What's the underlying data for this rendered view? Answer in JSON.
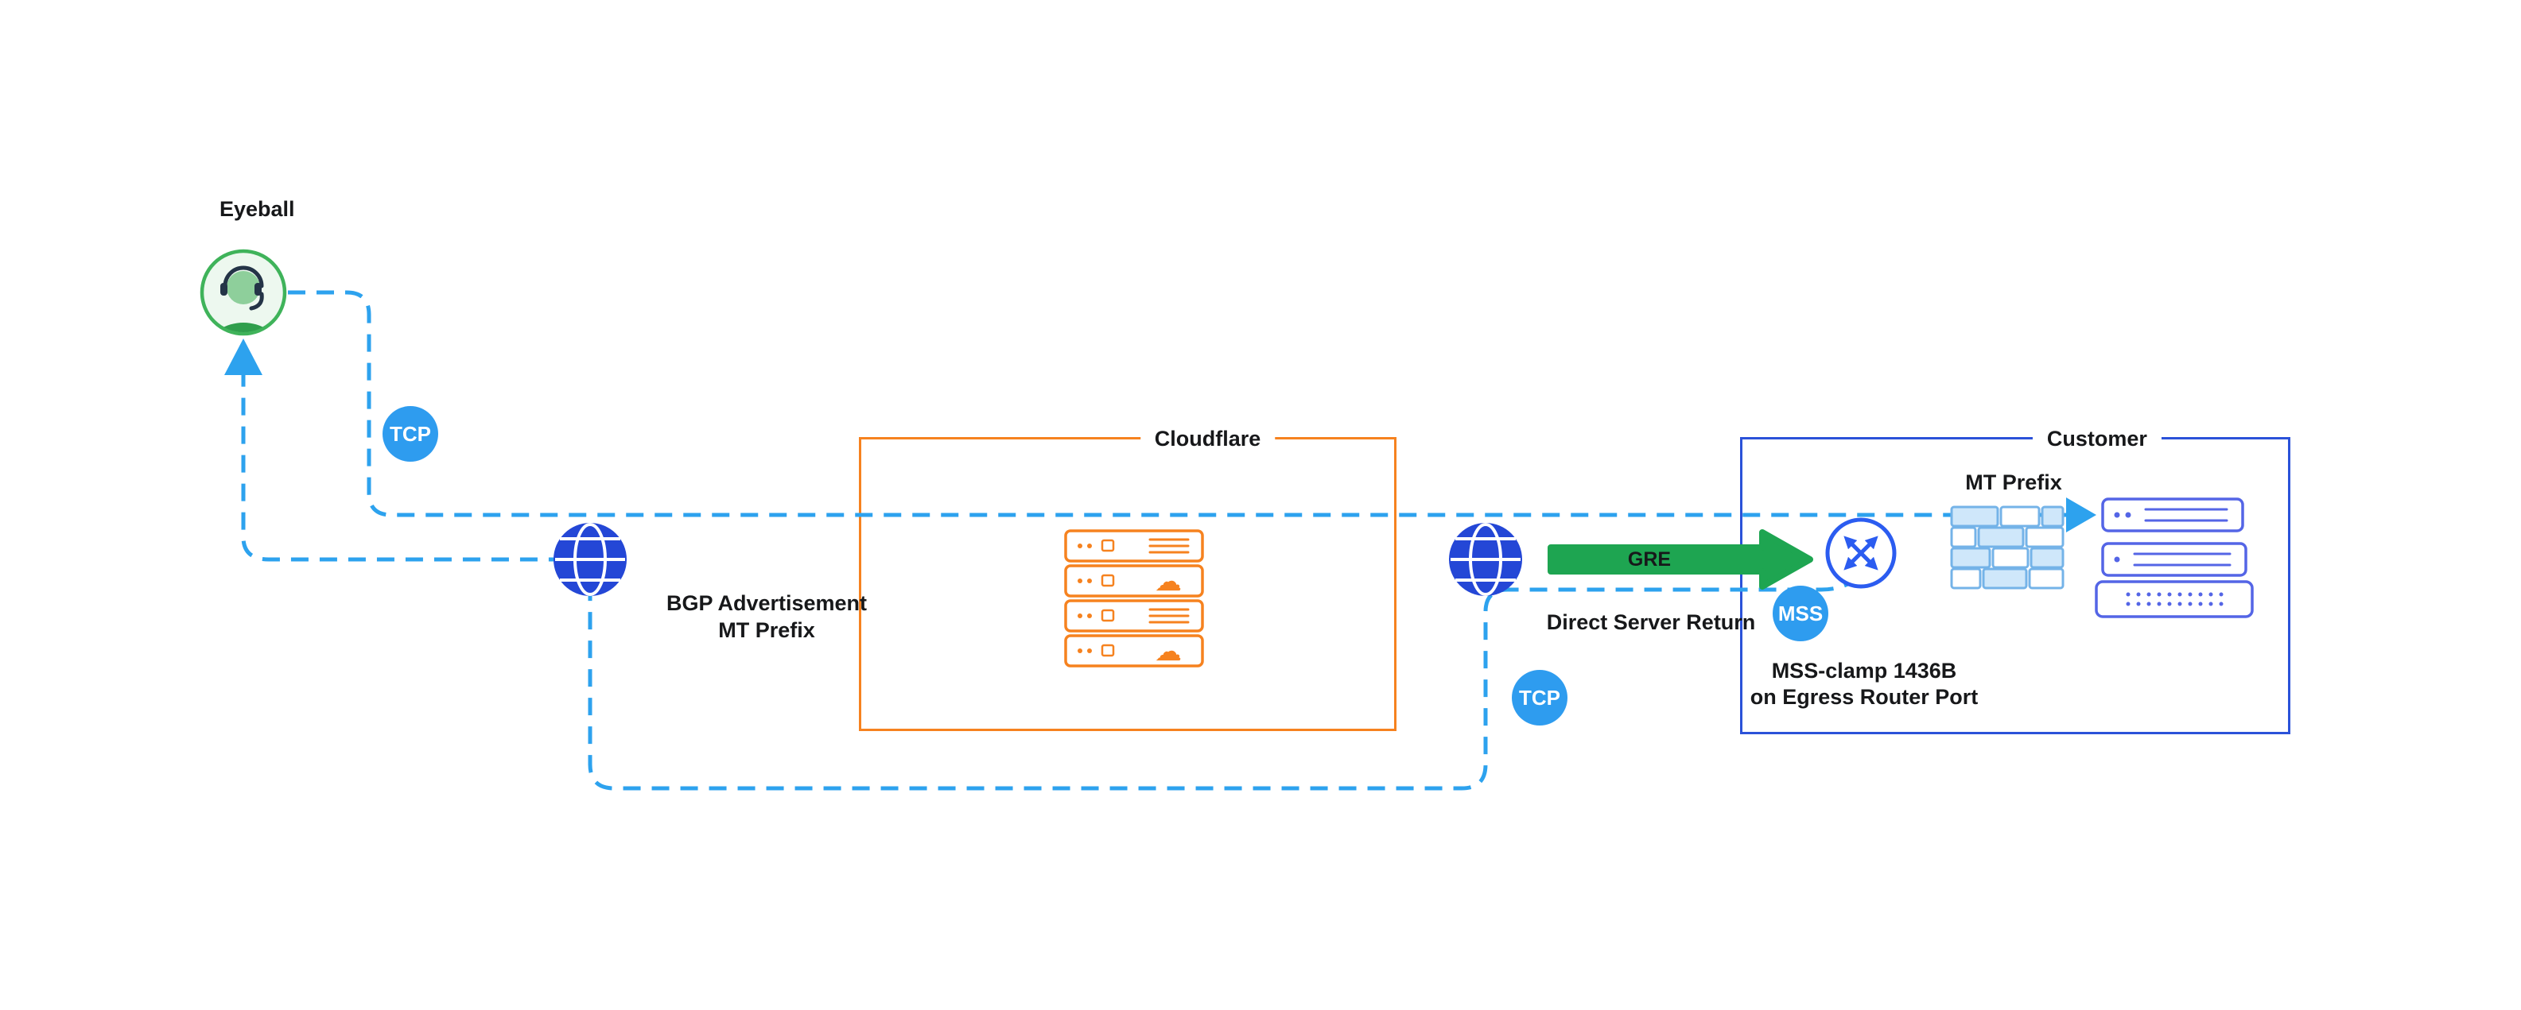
{
  "diagram": {
    "boxes": {
      "cloudflare": "Cloudflare",
      "customer": "Customer"
    },
    "labels": {
      "eyeball": "Eyeball",
      "bgp_line1": "BGP Advertisement",
      "bgp_line2": "MT Prefix",
      "gre": "GRE",
      "dsr": "Direct Server Return",
      "mt_prefix": "MT Prefix",
      "mss_clamp_line1": "MSS-clamp 1436B",
      "mss_clamp_line2": "on Egress Router Port"
    },
    "badges": {
      "tcp_left": "TCP",
      "tcp_right": "TCP",
      "mss": "MSS"
    },
    "icons": {
      "eyeball": "person-with-headset",
      "internet_left": "globe",
      "internet_right": "globe",
      "cloudflare_servers": "server-stack-with-clouds",
      "router": "crossing-arrows-circle",
      "firewall": "brick-wall",
      "customer_servers": "server-stack",
      "cloud_glyph": "cloud-icon"
    },
    "colors": {
      "line_blue": "#2da2ee",
      "globe_blue": "#2447d6",
      "badge_blue": "#2e9cef",
      "box_orange": "#f6821f",
      "box_blue": "#2b52d9",
      "server_blue": "#5465e6",
      "router_blue": "#2b5cf0",
      "arrow_green": "#1ea551",
      "eyeball_green": "#3fb35a",
      "firewall_blue": "#74b3e8",
      "firewall_fill": "#cfe7fa",
      "text_dark": "#17181a"
    }
  }
}
